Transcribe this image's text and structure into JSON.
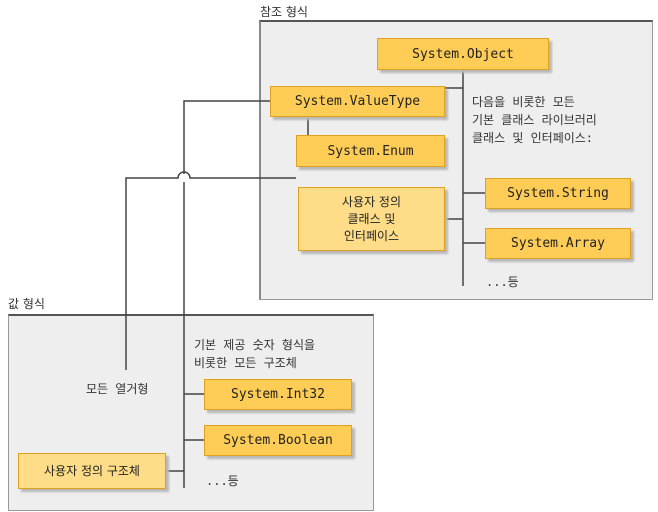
{
  "sections": {
    "reference": "참조 형식",
    "value": "값 형식"
  },
  "boxes": {
    "object": "System.Object",
    "valuetype": "System.ValueType",
    "enum": "System.Enum",
    "user_class": [
      "사용자 정의",
      "클래스 및",
      "인터페이스"
    ],
    "string": "System.String",
    "array": "System.Array",
    "int32": "System.Int32",
    "boolean": "System.Boolean",
    "user_struct": "사용자 정의 구조체"
  },
  "notes": {
    "class_library": [
      "다음을 비롯한 모든",
      "기본 클래스 라이브러리",
      "클래스 및 인터페이스:"
    ],
    "builtin": [
      "기본 제공 숫자 형식을",
      "비롯한 모든 구조체"
    ],
    "all_enums": "모든 열거형",
    "etc_ref": "...등",
    "etc_val": "...등"
  },
  "colors": {
    "box_fill": "#ffcc55",
    "panel_fill": "#eeeeee",
    "line": "#444444"
  }
}
